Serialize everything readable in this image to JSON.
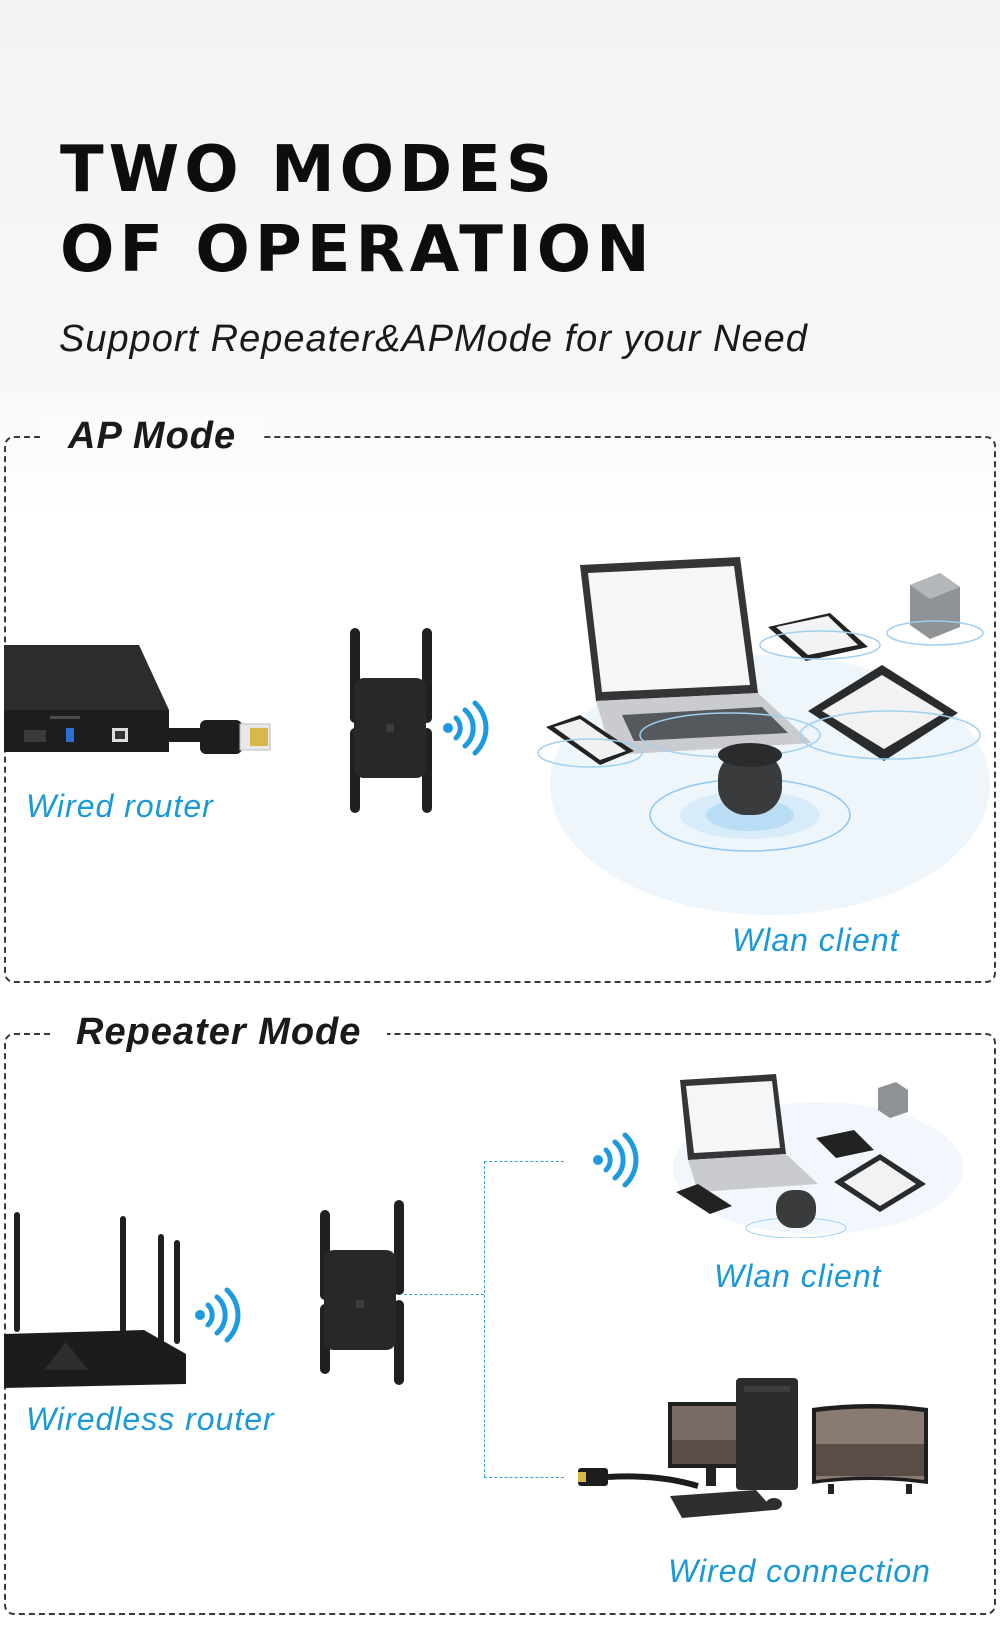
{
  "header": {
    "title_line1": "TWO MODES",
    "title_line2": "OF OPERATION",
    "subtitle": "Support Repeater&APMode for your Need"
  },
  "ap_mode": {
    "title": "AP Mode",
    "source_label": "Wired router",
    "client_label": "Wlan client"
  },
  "repeater_mode": {
    "title": "Repeater Mode",
    "source_label": "Wiredless router",
    "wlan_label": "Wlan client",
    "wired_label": "Wired connection"
  },
  "icons": [
    "wired-router-icon",
    "ethernet-plug-icon",
    "wifi-extender-icon",
    "wifi-signal-icon",
    "laptop-icon",
    "tablet-icon",
    "phone-icon",
    "smart-speaker-icon",
    "smart-cube-icon",
    "wireless-router-icon",
    "desktop-pc-icon",
    "monitor-icon",
    "tv-icon",
    "keyboard-icon",
    "mouse-icon"
  ],
  "colors": {
    "accent_blue": "#1b98d8",
    "wifi_blue": "#1e9be0",
    "device_black": "#1f2021",
    "heading": "#0d0d0d"
  }
}
